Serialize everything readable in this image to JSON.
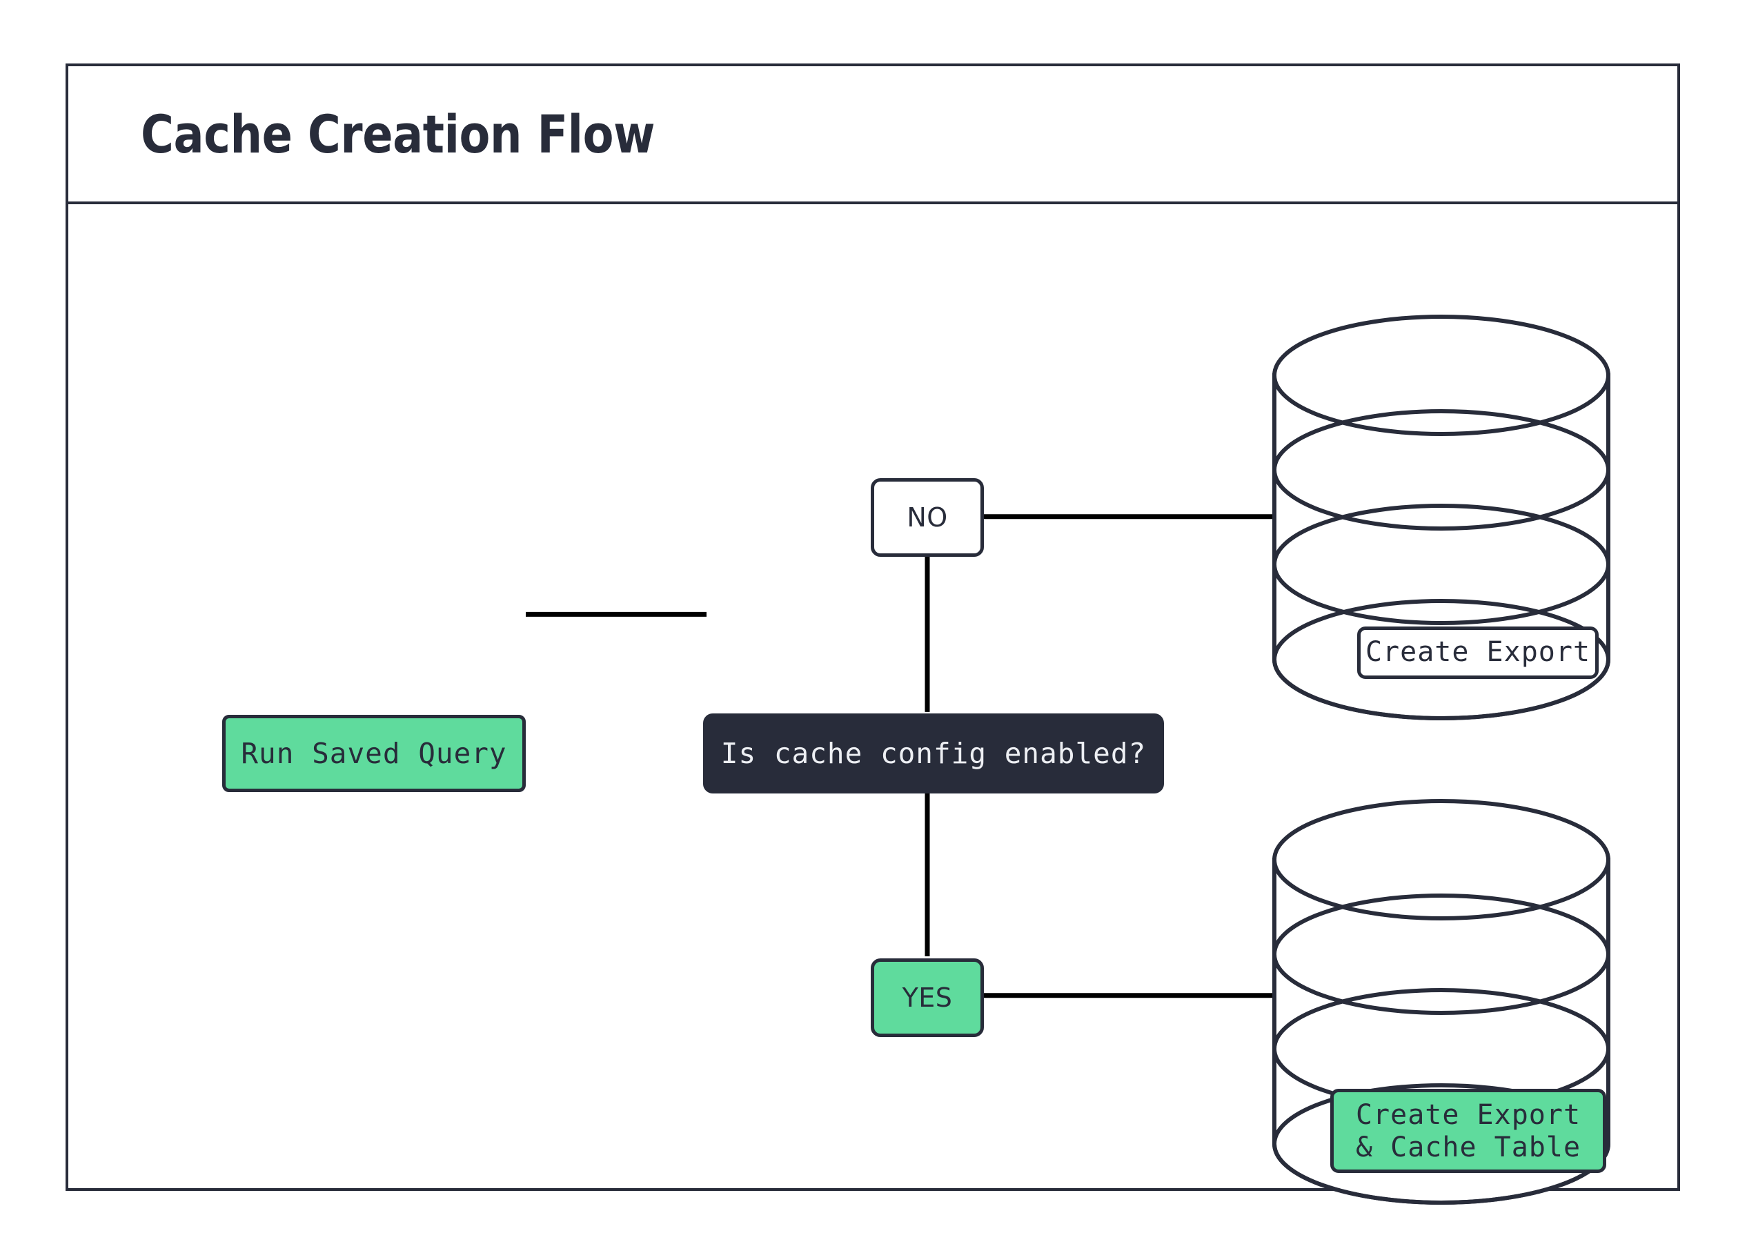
{
  "diagram": {
    "title": "Cache Creation Flow",
    "type": "flowchart",
    "colors": {
      "accent_green": "#5FDB9D",
      "dark_navy": "#282C3A",
      "background": "#FFFFFF",
      "stroke": "#282C3A"
    },
    "nodes": {
      "run_saved_query": {
        "label": "Run Saved Query",
        "shape": "rounded-rectangle",
        "fill": "#5FDB9D"
      },
      "decision": {
        "label": "Is cache config enabled?",
        "shape": "rounded-rectangle",
        "fill": "#282C3A"
      },
      "branch_no": {
        "label": "NO",
        "shape": "rounded-rectangle",
        "fill": "#FFFFFF"
      },
      "branch_yes": {
        "label": "YES",
        "shape": "rounded-rectangle",
        "fill": "#5FDB9D"
      },
      "database_export": {
        "label": "Create Export",
        "shape": "database-cylinder",
        "fill": "#FFFFFF"
      },
      "database_export_cache": {
        "label_line_1": "Create Export",
        "label_line_2": "& Cache Table",
        "shape": "database-cylinder",
        "fill": "#5FDB9D"
      }
    },
    "edges": [
      {
        "from": "run_saved_query",
        "to": "decision",
        "label": ""
      },
      {
        "from": "decision",
        "to": "branch_no",
        "label": "NO"
      },
      {
        "from": "decision",
        "to": "branch_yes",
        "label": "YES"
      },
      {
        "from": "branch_no",
        "to": "database_export",
        "label": ""
      },
      {
        "from": "branch_yes",
        "to": "database_export_cache",
        "label": ""
      }
    ]
  }
}
